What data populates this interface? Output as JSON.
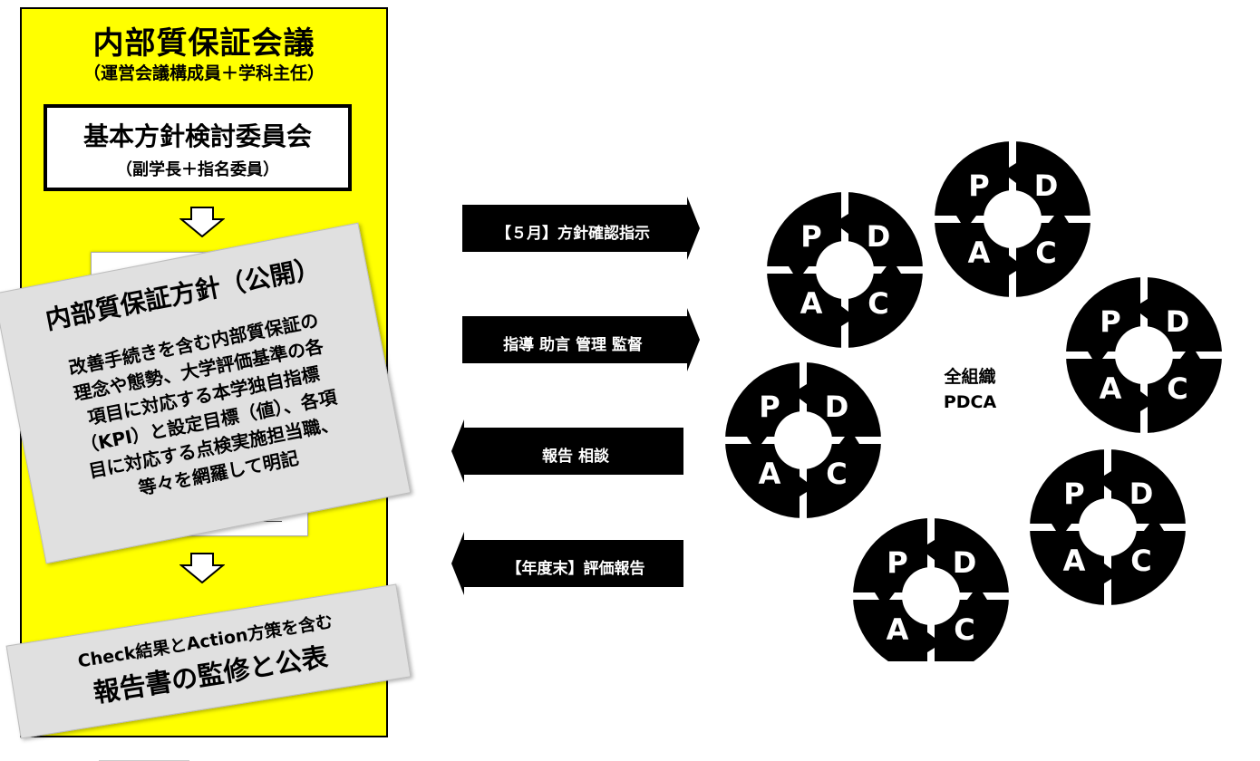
{
  "left_panel": {
    "title": "内部質保証会議",
    "subtitle": "（運営会議構成員＋学科主任）",
    "committee": {
      "title": "基本方針検討委員会",
      "subtitle": "（副学長＋指名委員）"
    },
    "policy": {
      "title": "内部質保証方針（公開）",
      "body_lines": [
        "改善手続きを含む内部質保証の",
        "理念や態勢、大学評価基準の各",
        "項目に対応する本学独自指標",
        "（KPI）と設定目標（値）、各項",
        "目に対応する点検実施担当職、",
        "等々を網羅して明記"
      ]
    },
    "report": {
      "line1": "Check結果とAction方策を含む",
      "line2": "報告書の監修と公表"
    }
  },
  "arrows": [
    {
      "label": "【５月】方針確認指示",
      "direction": "right"
    },
    {
      "label": "指導 助言 管理 監督",
      "direction": "right"
    },
    {
      "label": "報告 相談",
      "direction": "left"
    },
    {
      "label": "【年度末】評価報告",
      "direction": "left"
    }
  ],
  "pdca": {
    "center_line1": "全組織",
    "center_line2": "PDCA",
    "letters": [
      "P",
      "D",
      "A",
      "C"
    ],
    "cycle_count": 6
  },
  "colors": {
    "yellow": "#ffff00",
    "card_gray": "#e0e0e0",
    "black": "#000000",
    "white": "#ffffff"
  }
}
